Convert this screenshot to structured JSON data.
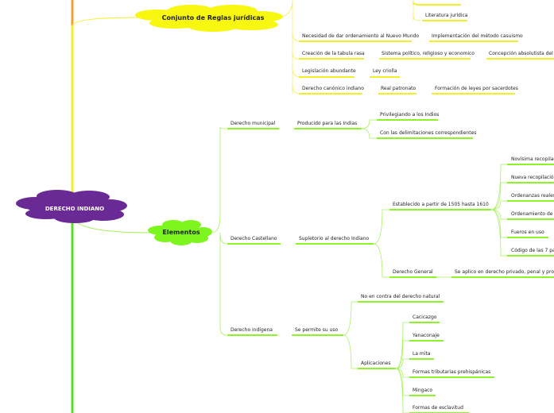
{
  "colors": {
    "root_fill": "#6a2a96",
    "regla_fill": "#f7f710",
    "elem_fill": "#7df51e",
    "regla_line": "#e8e800",
    "elem_line": "#8ef22a",
    "trunk_top": "#f0a030",
    "trunk_green": "#55e020"
  },
  "root": {
    "label": "DERECHO INDIANO"
  },
  "reglas": {
    "label": "Conjunto de Reglas jurídicas",
    "items": [
      {
        "label": "Literatura jurídica"
      },
      {
        "label": "Necesidad de dar ordenamiento al Nuevo Mundo"
      },
      {
        "label": "Implementación del método casuismo"
      },
      {
        "label": "Creación de la tabula rasa"
      },
      {
        "label": "Sistema político, religioso y economico"
      },
      {
        "label": "Concepción absolutista del poder"
      },
      {
        "label": "Legislación abundante"
      },
      {
        "label": "Ley criolla"
      },
      {
        "label": "Derecho canónico indiano"
      },
      {
        "label": "Real patronato"
      },
      {
        "label": "Formación de leyes por sacerdotes"
      }
    ]
  },
  "elementos": {
    "label": "Elementos",
    "municipal": {
      "label": "Derecho municipal",
      "child": "Producido para las Indias",
      "leaves": [
        "Privilegiando a los Indios",
        "Con las delimitaciones correspondientes"
      ]
    },
    "castellano": {
      "label": "Derecho Castellano",
      "child": "Supletorio al derecho Indiano",
      "estab": "Establecido a partir de 1505 hasta 1610",
      "estab_leaves": [
        "Novísima recopilación",
        "Nueva recopilación",
        "Ordenanzas reales",
        "Ordenamiento de",
        "Fueros en uso",
        "Código de las 7 pa"
      ],
      "general": "Derecho General",
      "general_leaf": "Se aplico en derecho privado, penal y pro"
    },
    "indigena": {
      "label": "Derecho indígena",
      "child": "Se permite su uso",
      "natural": "No en contra del derecho natural",
      "aplicaciones": "Aplicaciones",
      "aplic_leaves": [
        "Cacicazgo",
        "Yanaconaje",
        "La mita",
        "Formas tributarias prehispánicas",
        "Mingaco",
        "Formas de esclavitud"
      ]
    }
  }
}
